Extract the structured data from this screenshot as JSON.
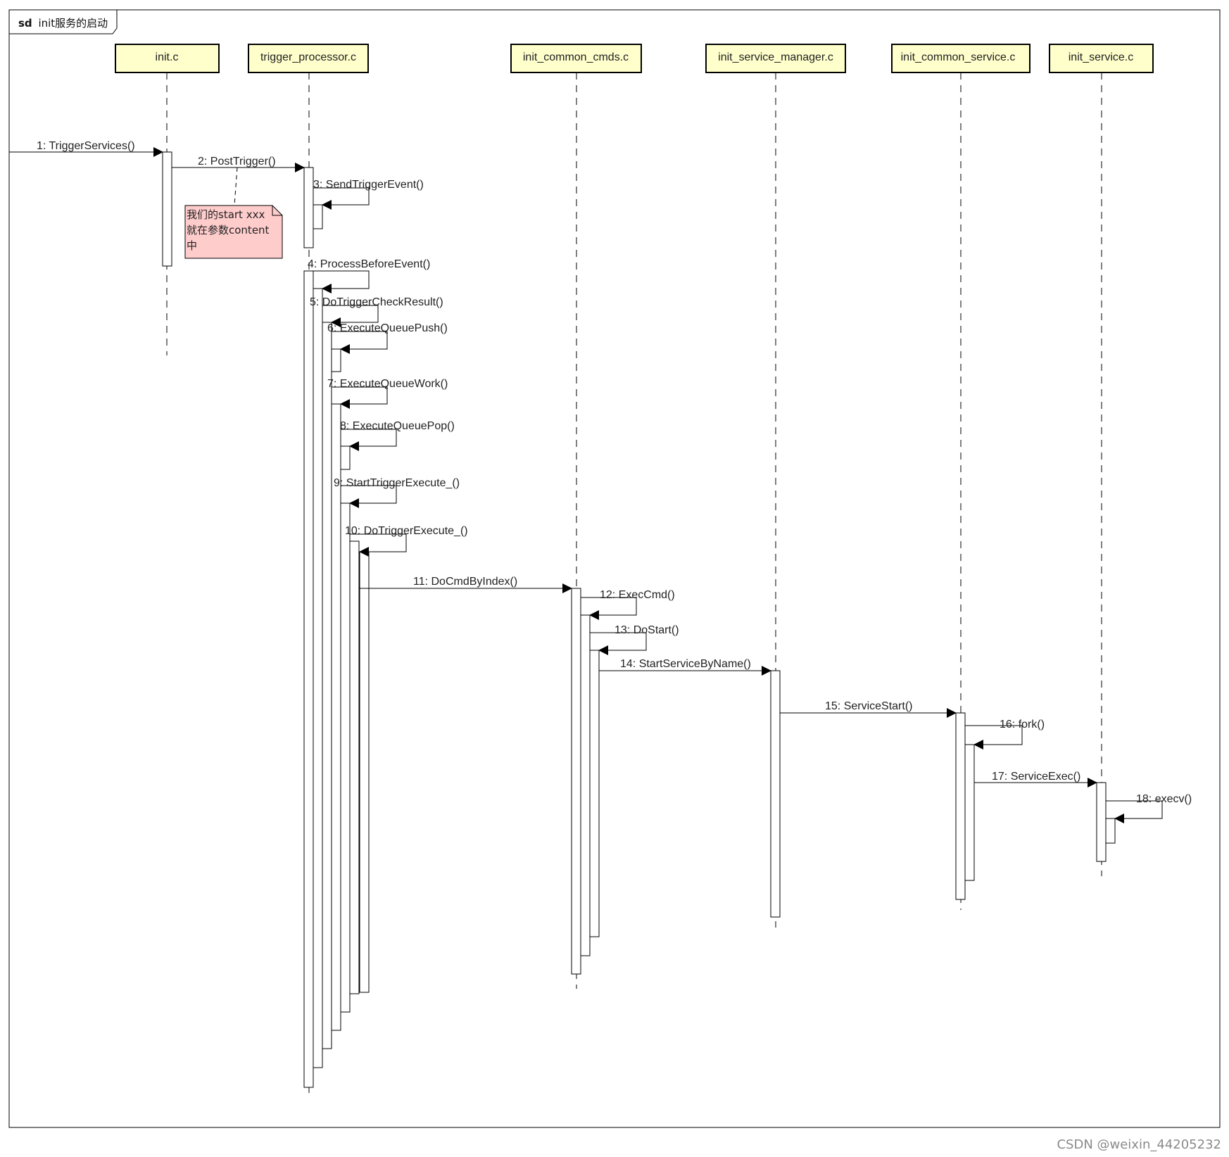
{
  "frame": {
    "keyword": "sd",
    "title": "init服务的启动"
  },
  "participants": [
    {
      "id": "init",
      "name": "init.c"
    },
    {
      "id": "trig",
      "name": "trigger_processor.c"
    },
    {
      "id": "cmds",
      "name": "init_common_cmds.c"
    },
    {
      "id": "mgr",
      "name": "init_service_manager.c"
    },
    {
      "id": "csvc",
      "name": "init_common_service.c"
    },
    {
      "id": "svc",
      "name": "init_service.c"
    }
  ],
  "messages": [
    {
      "label": "1: TriggerServices()",
      "from": "external",
      "to": "init"
    },
    {
      "label": "2: PostTrigger()",
      "from": "init",
      "to": "trig"
    },
    {
      "label": "3: SendTriggerEvent()",
      "from": "trig",
      "to": "trig"
    },
    {
      "label": "4: ProcessBeforeEvent()",
      "from": "trig",
      "to": "trig"
    },
    {
      "label": "5: DoTriggerCheckResult()",
      "from": "trig",
      "to": "trig"
    },
    {
      "label": "6: ExecuteQueuePush()",
      "from": "trig",
      "to": "trig"
    },
    {
      "label": "7: ExecuteQueueWork()",
      "from": "trig",
      "to": "trig"
    },
    {
      "label": "8: ExecuteQueuePop()",
      "from": "trig",
      "to": "trig"
    },
    {
      "label": "9: StartTriggerExecute_()",
      "from": "trig",
      "to": "trig"
    },
    {
      "label": "10: DoTriggerExecute_()",
      "from": "trig",
      "to": "trig"
    },
    {
      "label": "11: DoCmdByIndex()",
      "from": "trig",
      "to": "cmds"
    },
    {
      "label": "12: ExecCmd()",
      "from": "cmds",
      "to": "cmds"
    },
    {
      "label": "13: DoStart()",
      "from": "cmds",
      "to": "cmds"
    },
    {
      "label": "14: StartServiceByName()",
      "from": "cmds",
      "to": "mgr"
    },
    {
      "label": "15: ServiceStart()",
      "from": "mgr",
      "to": "csvc"
    },
    {
      "label": "16: fork()",
      "from": "csvc",
      "to": "csvc"
    },
    {
      "label": "17: ServiceExec()",
      "from": "csvc",
      "to": "svc"
    },
    {
      "label": "18: execv()",
      "from": "svc",
      "to": "svc"
    }
  ],
  "note": {
    "lines": [
      "我们的start xxx",
      "就在参数content",
      "中"
    ]
  },
  "watermark": {
    "text": "CSDN @weixin_44205232"
  },
  "colors": {
    "participant_fill": "#ffffcc",
    "note_fill": "#ffcccc",
    "line": "#000000"
  }
}
